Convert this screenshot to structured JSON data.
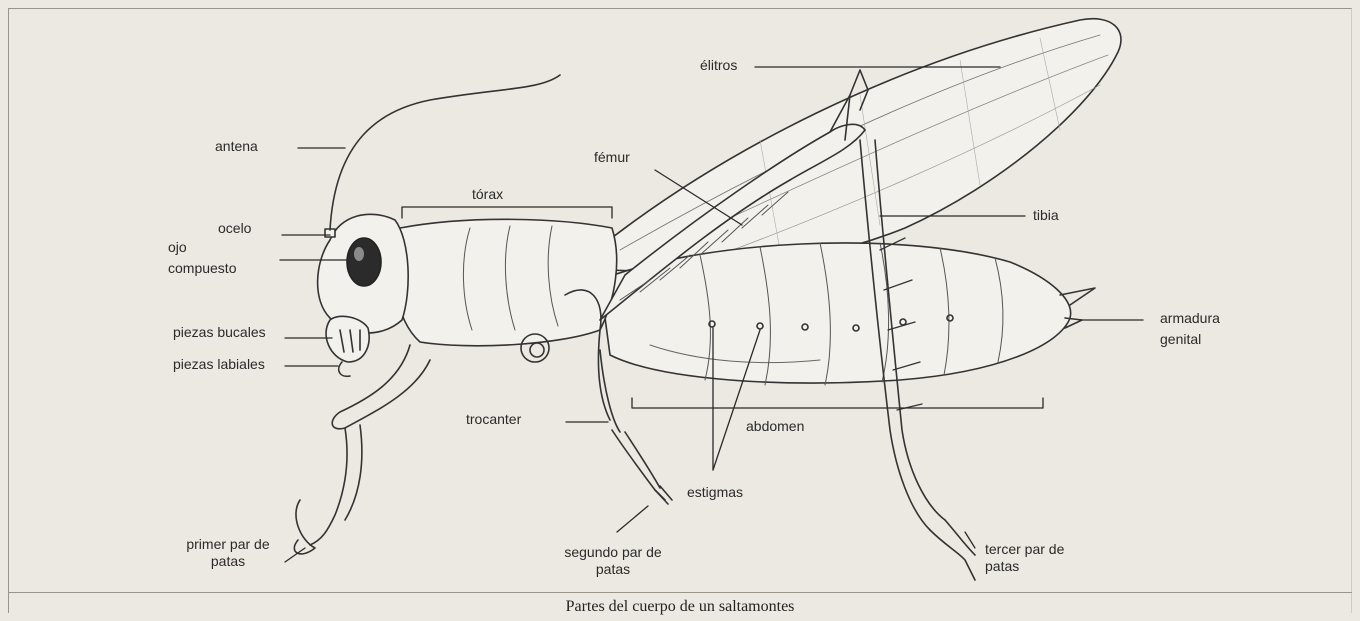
{
  "labels": {
    "elitros": "élitros",
    "antena": "antena",
    "femur": "fémur",
    "torax": "tórax",
    "ocelo": "ocelo",
    "ojo_1": "ojo",
    "ojo_2": "compuesto",
    "tibia": "tibia",
    "piezas_bucales": "piezas bucales",
    "piezas_labiales": "piezas labiales",
    "armadura_1": "armadura",
    "armadura_2": "genital",
    "trocanter": "trocanter",
    "abdomen": "abdomen",
    "estigmas": "estigmas",
    "primer_1": "primer par de",
    "primer_2": "patas",
    "segundo_1": "segundo par de",
    "segundo_2": "patas",
    "tercer_1": "tercer par de",
    "tercer_2": "patas"
  },
  "caption": "Partes del cuerpo de un saltamontes"
}
